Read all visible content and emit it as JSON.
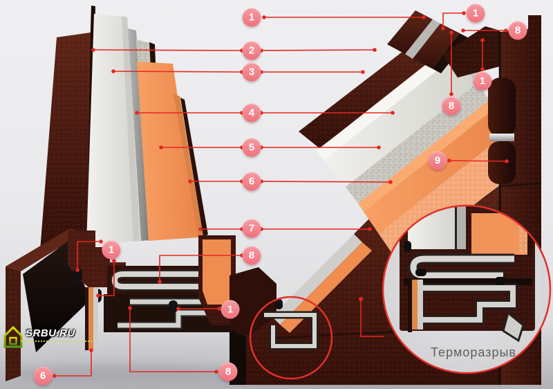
{
  "diagram": {
    "subject": "door-cross-section",
    "inset_caption": "Терморазрыв"
  },
  "logo": {
    "text": "SRBU.RU"
  },
  "callouts": [
    {
      "label": "1"
    },
    {
      "label": "2"
    },
    {
      "label": "3"
    },
    {
      "label": "4"
    },
    {
      "label": "5"
    },
    {
      "label": "6"
    },
    {
      "label": "7"
    },
    {
      "label": "8"
    },
    {
      "label": "1"
    },
    {
      "label": "1"
    },
    {
      "label": "6"
    },
    {
      "label": "8"
    },
    {
      "label": "1"
    },
    {
      "label": "8"
    },
    {
      "label": "1"
    },
    {
      "label": "8"
    },
    {
      "label": "9"
    }
  ],
  "colors": {
    "accent_red": "#e62621",
    "marker_pink": "#f0808a",
    "panel_orange": "#f2935a",
    "metal_brown": "#3f170f",
    "logo_green": "#b5cc10",
    "caption_gray": "#5e5e5e"
  }
}
